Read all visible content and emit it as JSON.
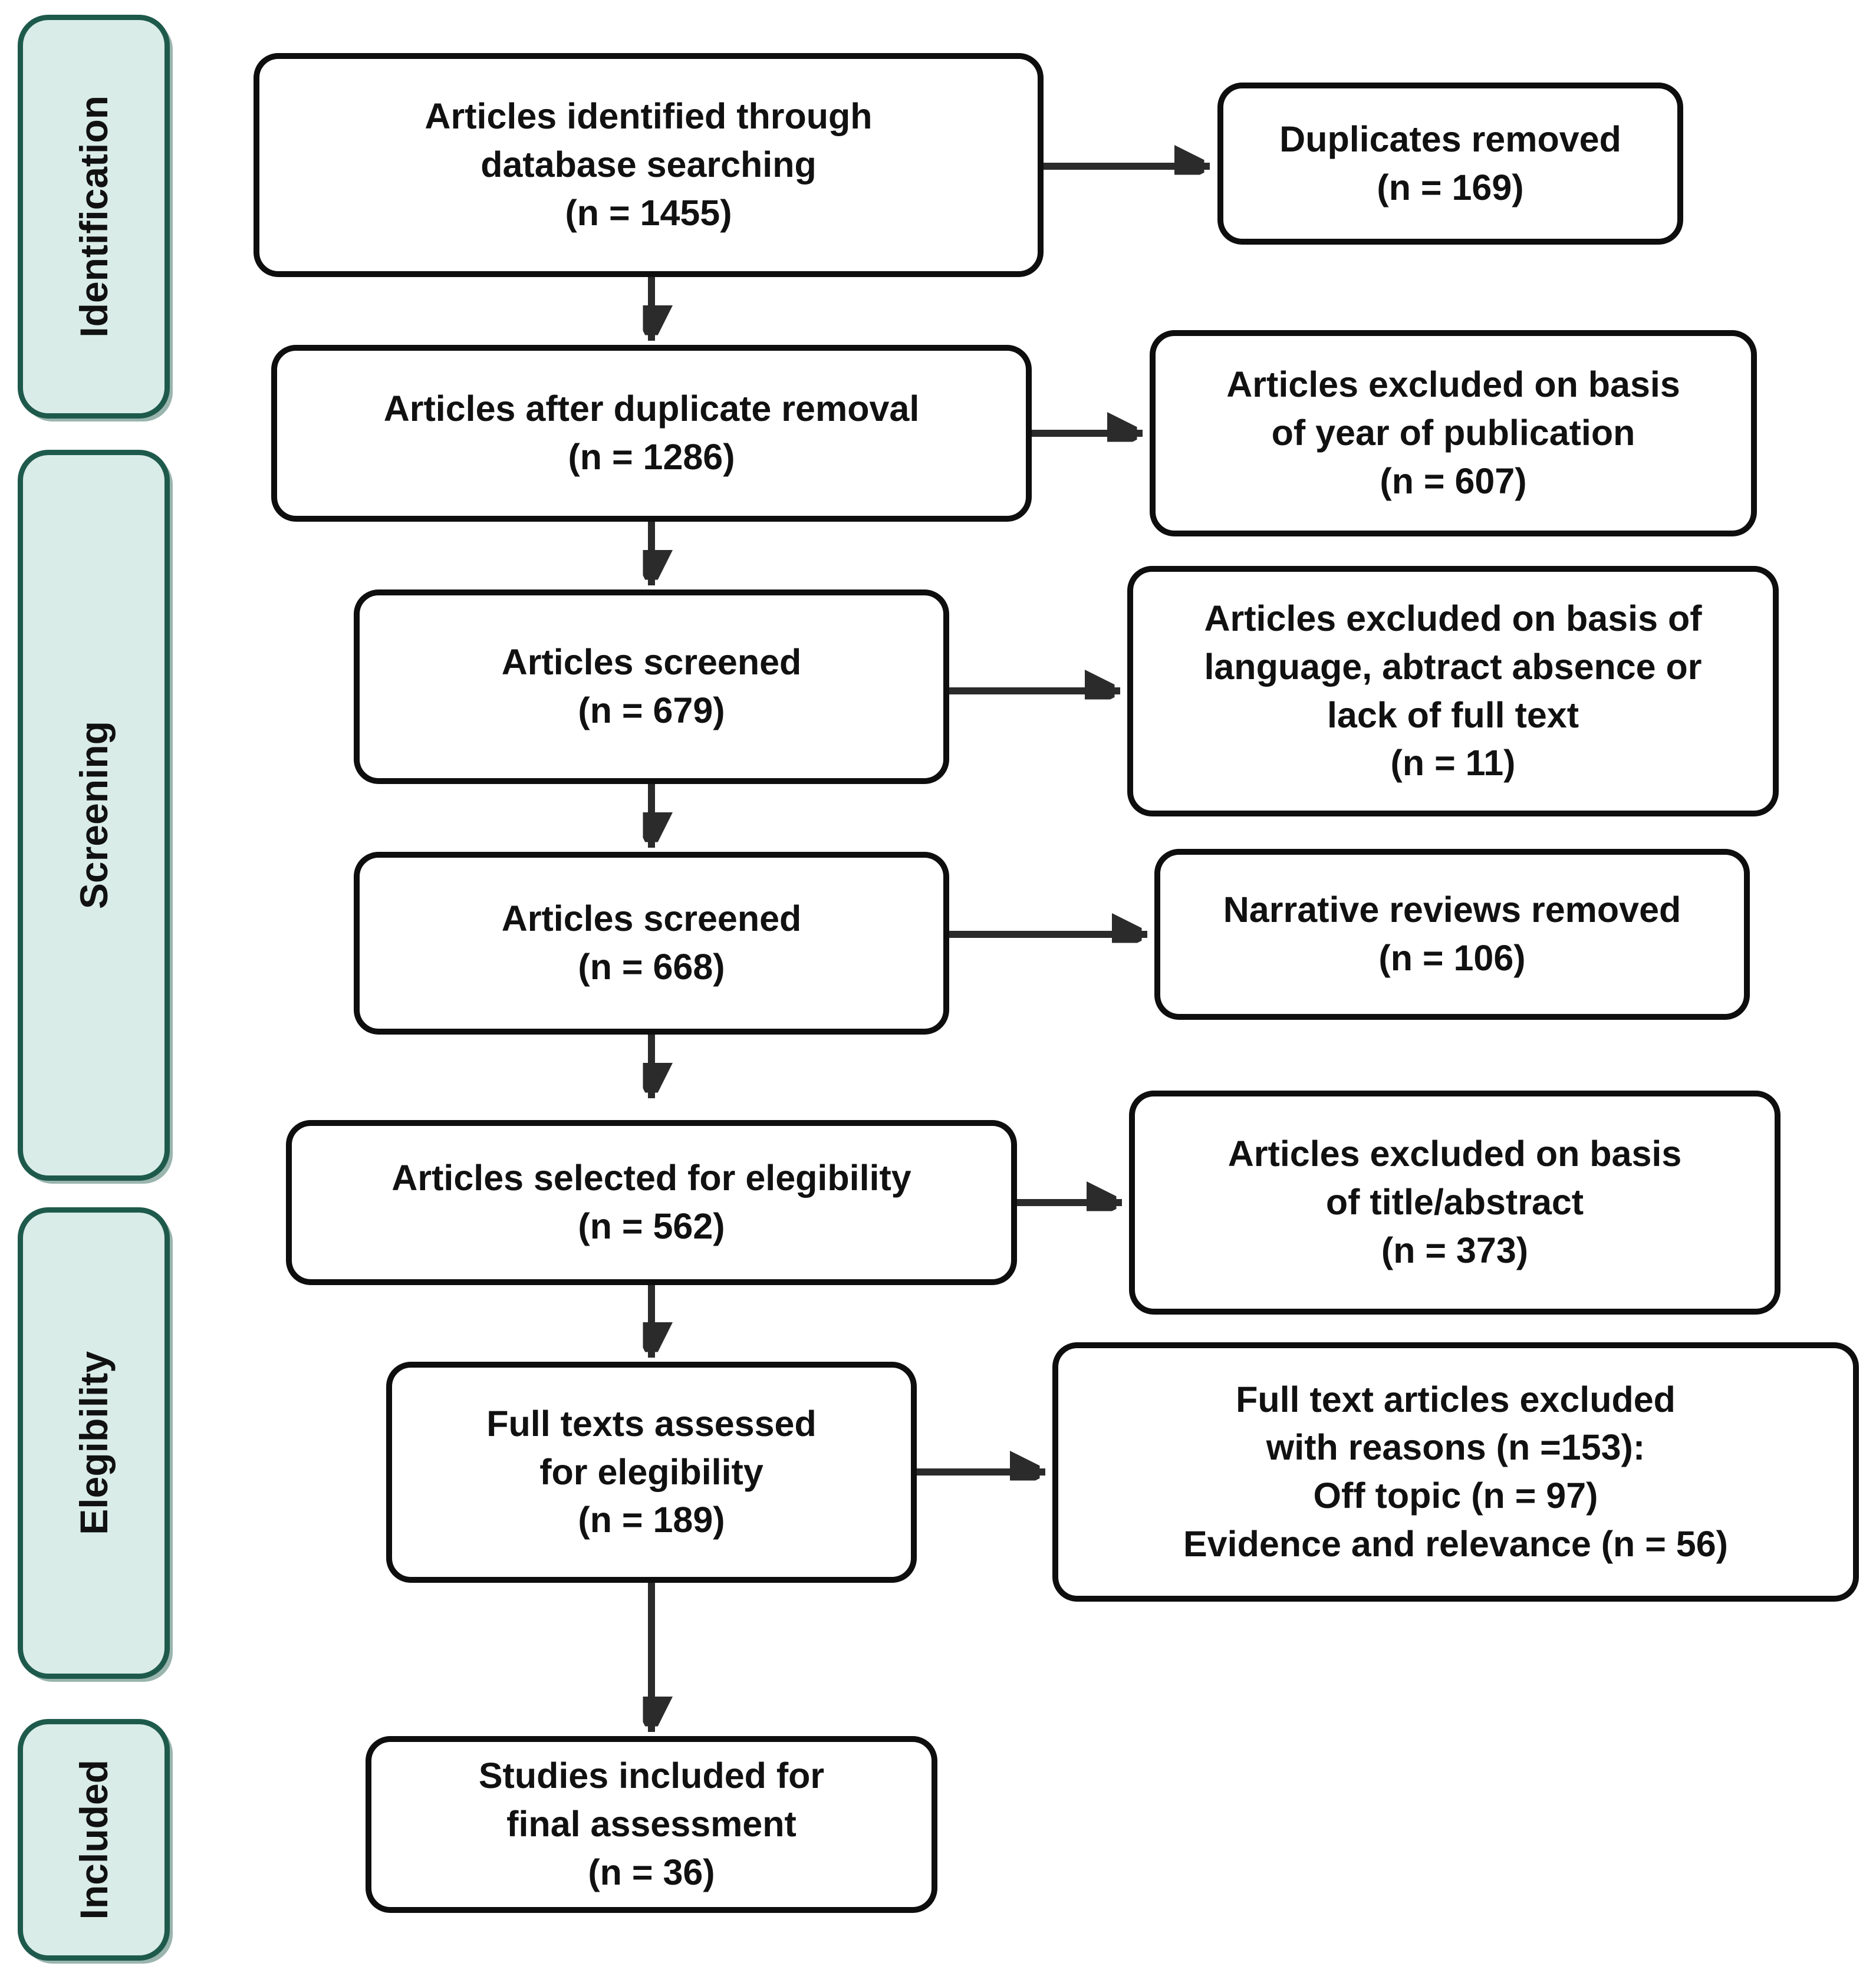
{
  "title": "PRISMA flow diagram",
  "colors": {
    "stage-fill": "#d9ece7",
    "stage-border": "#1e5a4c",
    "box-fill": "#ffffff",
    "box-border": "#0e0e0e",
    "arrow": "#2b2b2b",
    "text": "#111111"
  },
  "stages": [
    {
      "label": "Identification"
    },
    {
      "label": "Screening"
    },
    {
      "label": "Elegibility"
    },
    {
      "label": "Included"
    }
  ],
  "main_flow": [
    {
      "lines": [
        "Articles identified through",
        "database searching",
        "(n = 1455)"
      ]
    },
    {
      "lines": [
        "Articles after duplicate removal",
        "(n = 1286)"
      ]
    },
    {
      "lines": [
        "Articles screened",
        "(n = 679)"
      ]
    },
    {
      "lines": [
        "Articles screened",
        "(n = 668)"
      ]
    },
    {
      "lines": [
        "Articles selected for elegibility",
        "(n = 562)"
      ]
    },
    {
      "lines": [
        "Full texts assessed",
        "for elegibility",
        "(n = 189)"
      ]
    },
    {
      "lines": [
        "Studies included for",
        "final assessment",
        "(n = 36)"
      ]
    }
  ],
  "exclusions": [
    {
      "lines": [
        "Duplicates removed",
        "(n = 169)"
      ]
    },
    {
      "lines": [
        "Articles excluded on basis",
        "of year of publication",
        "(n = 607)"
      ]
    },
    {
      "lines": [
        "Articles excluded on basis of",
        "language, abtract absence or",
        "lack of full text",
        "(n = 11)"
      ]
    },
    {
      "lines": [
        "Narrative reviews removed",
        "(n = 106)"
      ]
    },
    {
      "lines": [
        "Articles excluded on basis",
        "of title/abstract",
        "(n = 373)"
      ]
    },
    {
      "lines": [
        "Full text articles excluded",
        "with reasons (n =153):",
        "Off topic (n = 97)",
        "Evidence and relevance (n = 56)"
      ]
    }
  ]
}
